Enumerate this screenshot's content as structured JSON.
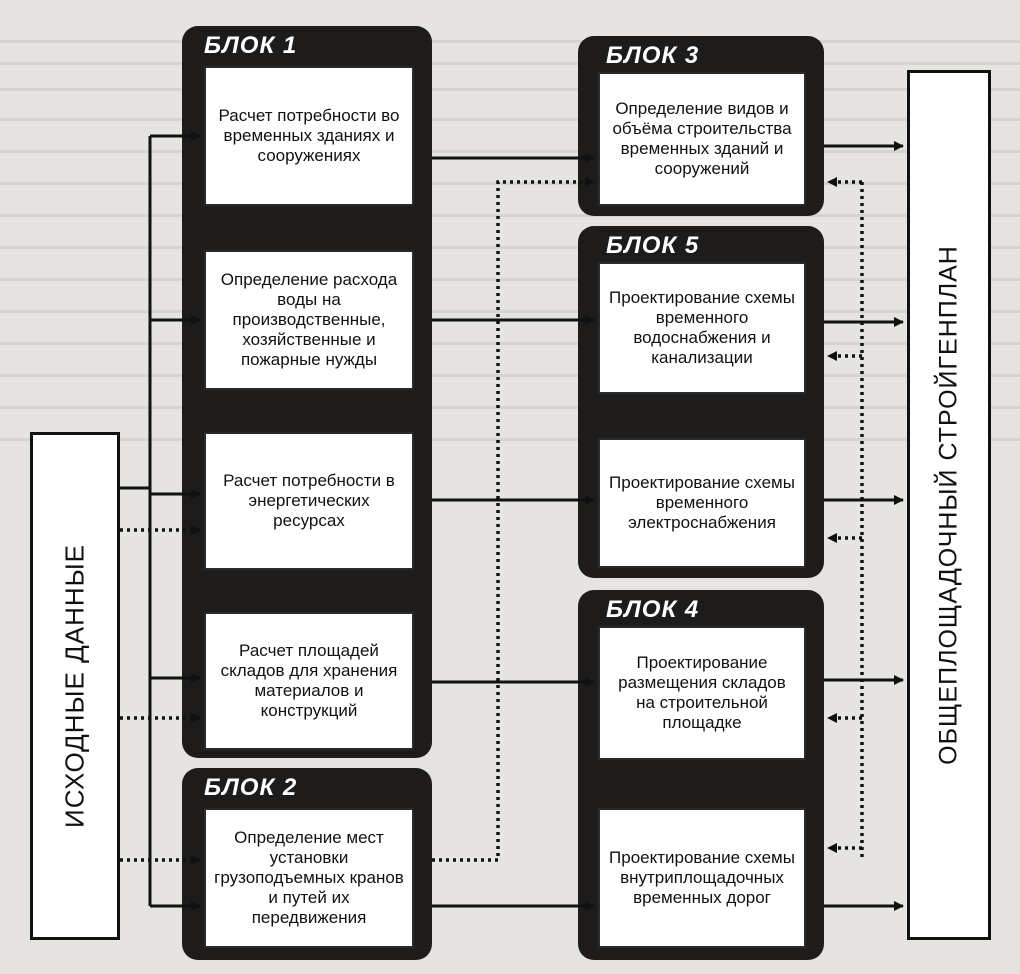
{
  "left_label": "ИСХОДНЫЕ ДАННЫЕ",
  "right_label": "ОБЩЕПЛОЩАДОЧНЫЙ СТРОЙГЕНПЛАН",
  "blocks": {
    "b1": {
      "title": "БЛОК 1",
      "items": [
        "Расчет потребности во временных зданиях и сооружениях",
        "Определение расхода воды на производственные, хозяйственные и пожарные нужды",
        "Расчет потребности в энергетических ресурсах",
        "Расчет площадей складов для хранения материалов и конструкций"
      ]
    },
    "b2": {
      "title": "БЛОК 2",
      "items": [
        "Определение мест установки грузоподъемных кранов и путей их передвижения"
      ]
    },
    "b3": {
      "title": "БЛОК 3",
      "items": [
        "Определение видов и объёма строительства временных зданий и сооружений"
      ]
    },
    "b5": {
      "title": "БЛОК 5",
      "items": [
        "Проектирование схемы временного водоснабжения и канализации",
        "Проектирование схемы временного электроснабжения"
      ]
    },
    "b4": {
      "title": "БЛОК 4",
      "items": [
        "Проектирование размещения складов на строительной площадке",
        "Проектирование схемы внутриплощадочных временных дорог"
      ]
    }
  }
}
